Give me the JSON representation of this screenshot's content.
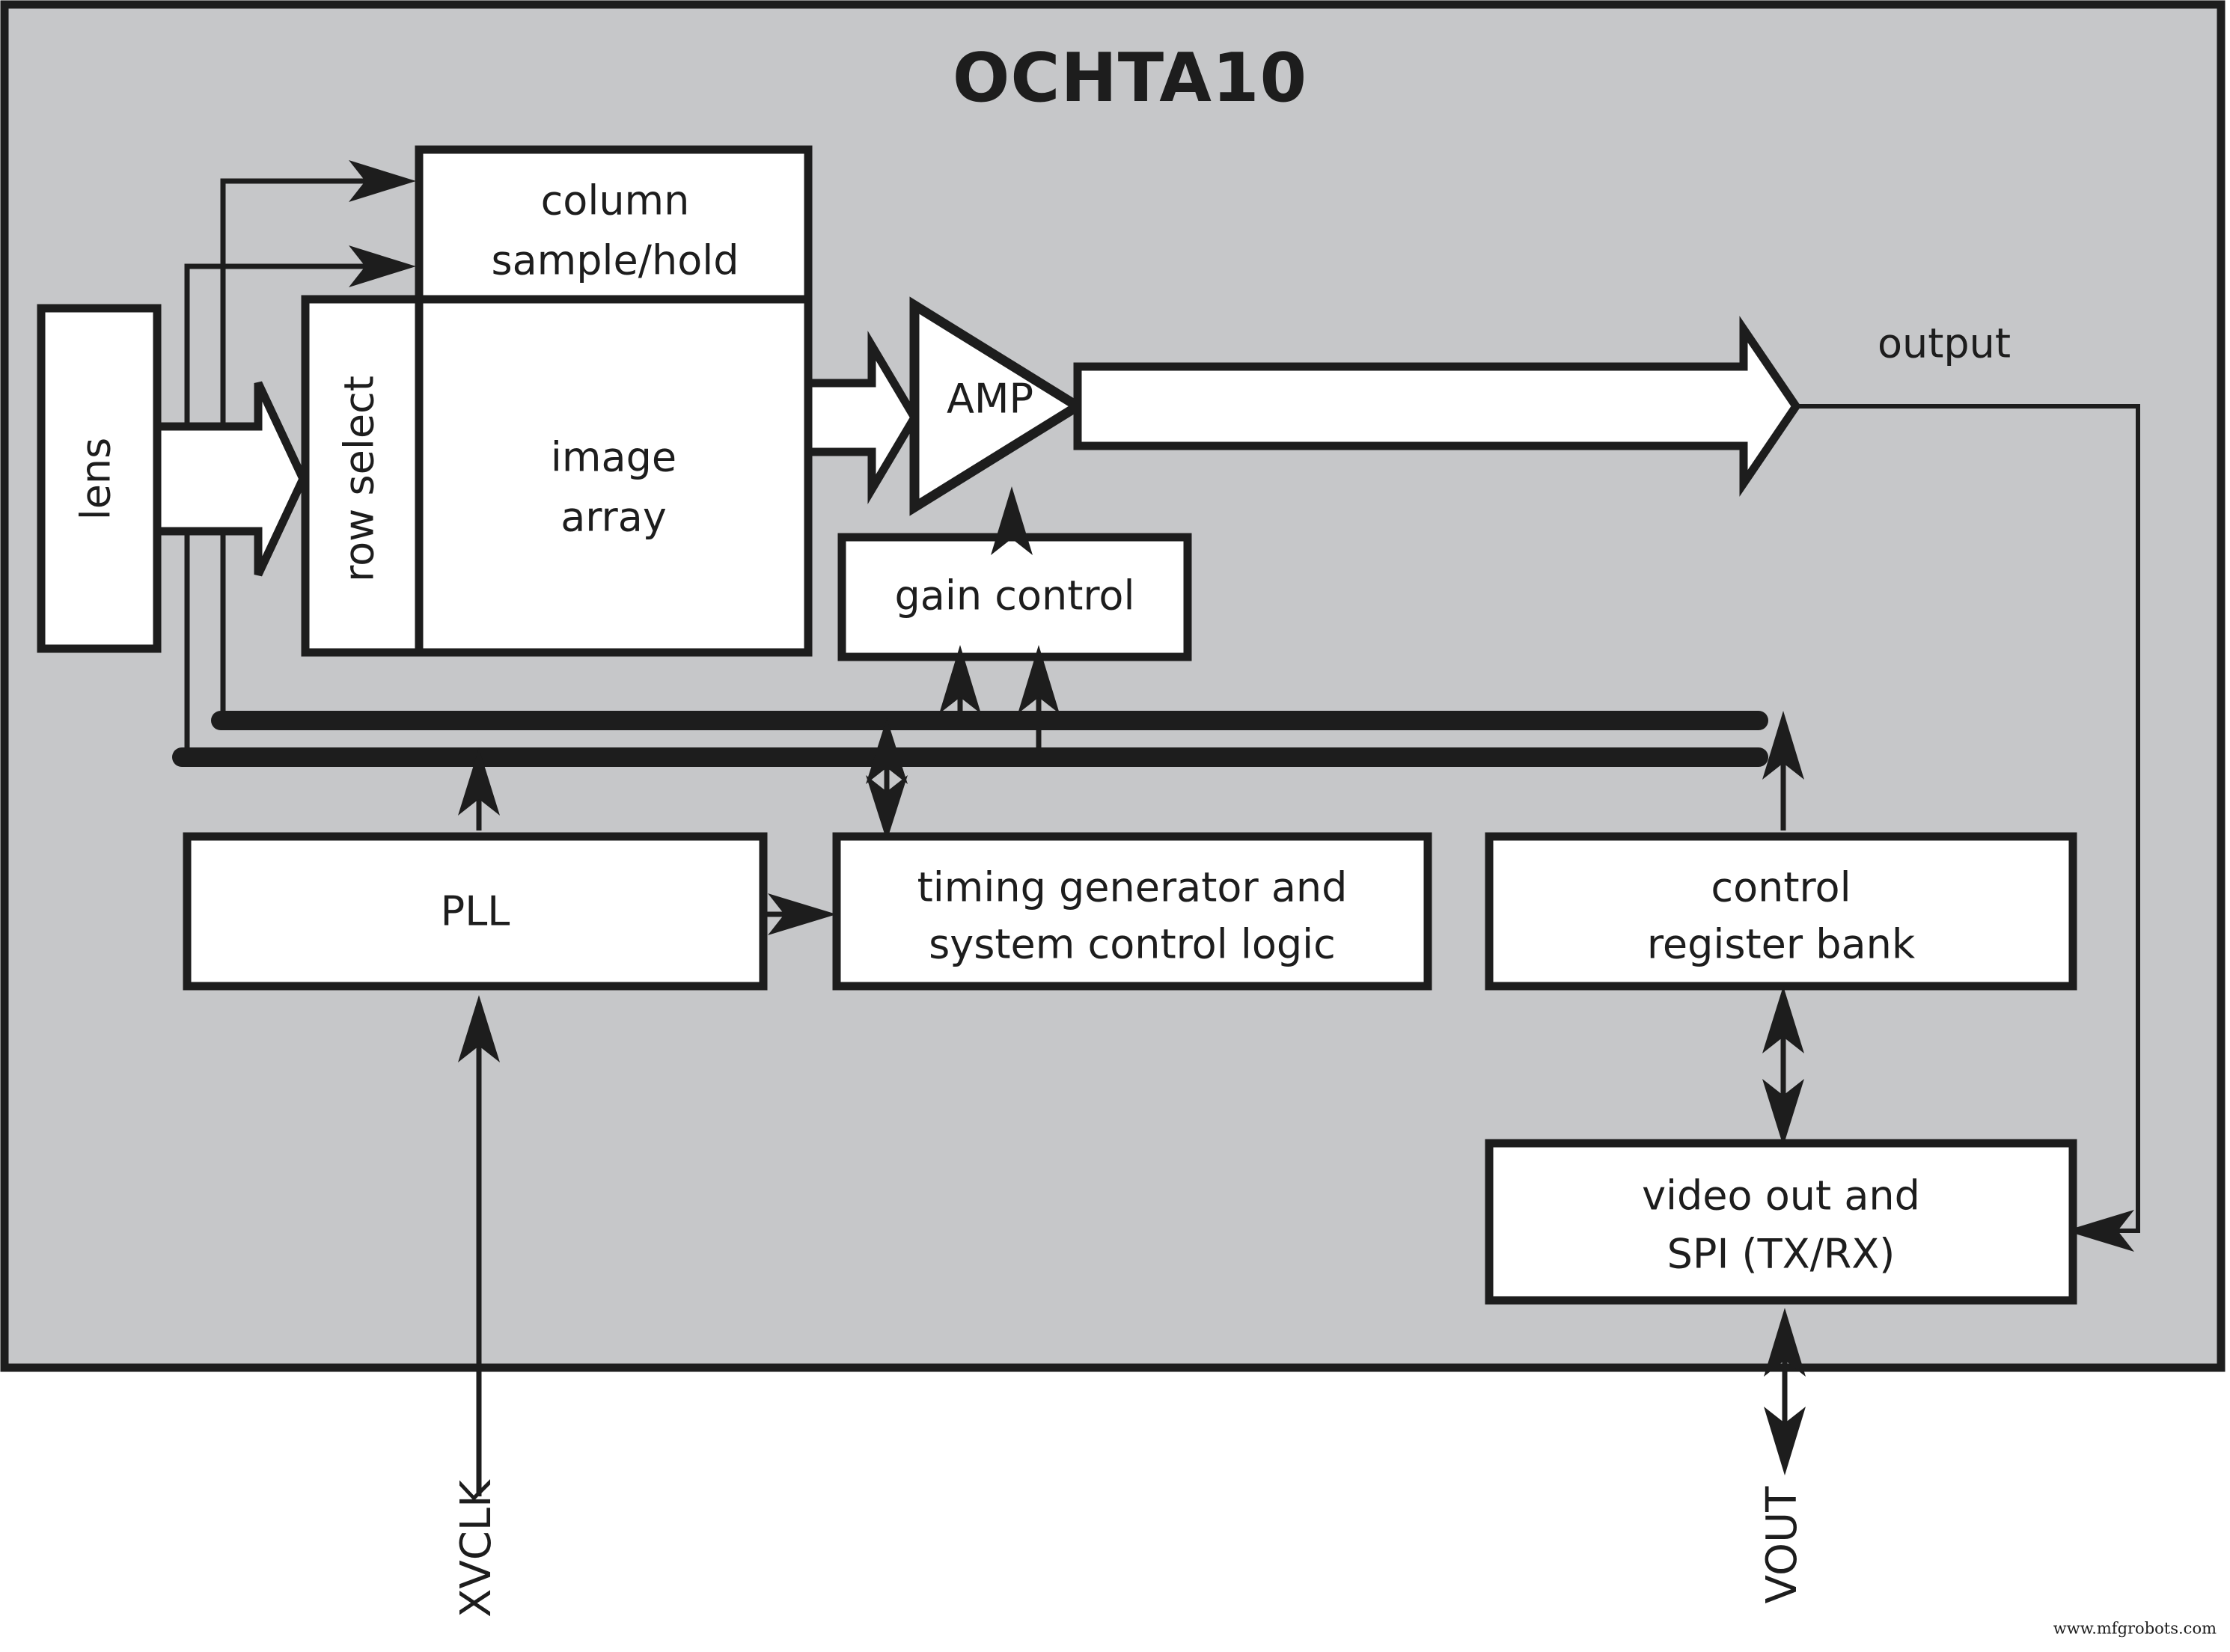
{
  "title": "OCHTA10",
  "blocks": {
    "lens": "lens",
    "row_select": "row select",
    "column_sample_hold_line1": "column",
    "column_sample_hold_line2": "sample/hold",
    "image_array_line1": "image",
    "image_array_line2": "array",
    "amp": "AMP",
    "gain_control": "gain control",
    "pll": "PLL",
    "timing_line1": "timing generator and",
    "timing_line2": "system control logic",
    "control_register_line1": "control",
    "control_register_line2": "register bank",
    "video_out_line1": "video out and",
    "video_out_line2": "SPI (TX/RX)"
  },
  "labels": {
    "output": "output",
    "xvclk": "XVCLK",
    "vout": "VOUT"
  },
  "watermark": "www.mfgrobots.com",
  "colors": {
    "chip_fill": "#c6c7c9",
    "line": "#1d1d1d",
    "box_fill": "#ffffff",
    "page_bg": "#ffffff"
  }
}
